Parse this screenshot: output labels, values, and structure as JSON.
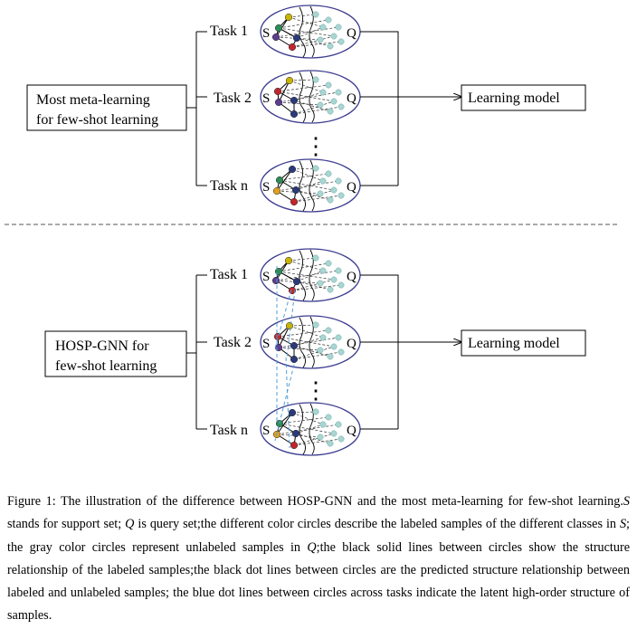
{
  "top_section": {
    "method_label_lines": [
      "Most meta-learning",
      "for few-shot learning"
    ],
    "tasks": [
      "Task 1",
      "Task 2",
      "Task n"
    ],
    "model_label": "Learning model"
  },
  "bottom_section": {
    "method_label_lines": [
      "HOSP-GNN for",
      "few-shot learning"
    ],
    "tasks": [
      "Task 1",
      "Task 2",
      "Task n"
    ],
    "model_label": "Learning model"
  },
  "set_labels": {
    "support": "S",
    "query": "Q"
  },
  "ellipsis": "⋮",
  "colors": {
    "ellipse_stroke": "#3b3b8f",
    "blue_dash": "#4f9fd8",
    "class_green": "#2e8b57",
    "class_yellow": "#c8b400",
    "class_navy": "#2b3a7a",
    "class_red": "#c0272d",
    "class_purple": "#5c3d8f",
    "class_orange": "#e0a020",
    "unlabeled": "#a9d6d2"
  },
  "caption": {
    "figure_label": "Figure 1:",
    "segments": [
      " The illustration of the difference between HOSP-GNN and the most meta-learning for few-shot learning.",
      "S",
      " stands for support set; ",
      "Q",
      " is query set;the different color circles describe the labeled samples of the different classes in ",
      "S",
      "; the gray color circles represent unlabeled samples in ",
      "Q",
      ";the black solid lines between circles show the structure relationship of the labeled samples;the black dot lines between circles are the predicted structure relationship between labeled and unlabeled samples; the blue dot lines between circles across tasks indicate the latent high-order structure of samples."
    ]
  }
}
